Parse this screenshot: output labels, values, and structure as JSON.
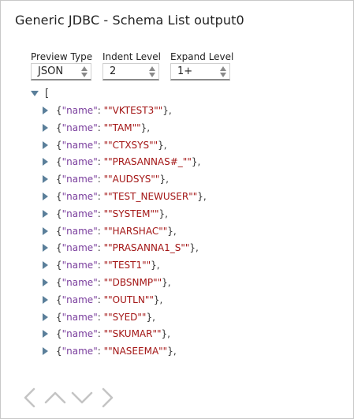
{
  "window": {
    "title": "Generic JDBC - Schema List output0"
  },
  "controls": {
    "preview_type": {
      "label": "Preview Type",
      "value": "JSON"
    },
    "indent_level": {
      "label": "Indent Level",
      "value": "2"
    },
    "expand_level": {
      "label": "Expand Level",
      "value": "1+"
    }
  },
  "tree": {
    "root_bracket": "[",
    "key_name": "\"name\"",
    "items": [
      {
        "value": "\"\"VKTEST3\"\""
      },
      {
        "value": "\"\"TAM\"\""
      },
      {
        "value": "\"\"CTXSYS\"\""
      },
      {
        "value": "\"\"PRASANNAS#_\"\""
      },
      {
        "value": "\"\"AUDSYS\"\""
      },
      {
        "value": "\"\"TEST_NEWUSER\"\""
      },
      {
        "value": "\"\"SYSTEM\"\""
      },
      {
        "value": "\"\"HARSHAC\"\""
      },
      {
        "value": "\"\"PRASANNA1_S\"\""
      },
      {
        "value": "\"\"TEST1\"\""
      },
      {
        "value": "\"\"DBSNMP\"\""
      },
      {
        "value": "\"\"OUTLN\"\""
      },
      {
        "value": "\"\"SYED\"\""
      },
      {
        "value": "\"\"SKUMAR\"\""
      },
      {
        "value": "\"\"NASEEMA\"\""
      }
    ]
  },
  "icons": {
    "nav": [
      "chevron-left-icon",
      "chevron-up-icon",
      "chevron-down-icon",
      "chevron-right-icon"
    ],
    "color": "#c4c4c4",
    "caret_color": "#5a7f9a"
  }
}
